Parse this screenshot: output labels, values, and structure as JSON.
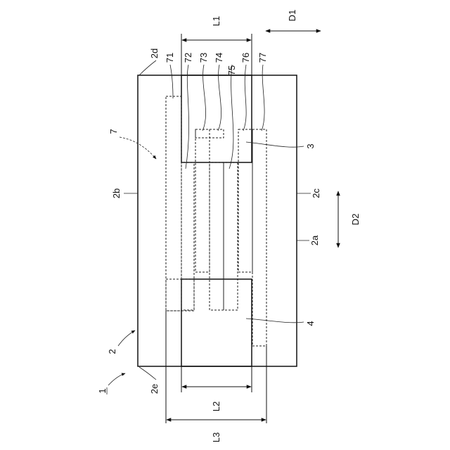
{
  "refs": {
    "ref_1": "1",
    "ref_2": "2",
    "ref_2a": "2a",
    "ref_2b": "2b",
    "ref_2c": "2c",
    "ref_2d": "2d",
    "ref_2e": "2e",
    "ref_3": "3",
    "ref_4": "4",
    "ref_7": "7",
    "ref_71": "71",
    "ref_72": "72",
    "ref_73": "73",
    "ref_74": "74",
    "ref_75": "75",
    "ref_76": "76",
    "ref_77": "77"
  },
  "dims": {
    "L1": "L1",
    "L2": "L2",
    "L3": "L3",
    "D1": "D1",
    "D2": "D2"
  }
}
